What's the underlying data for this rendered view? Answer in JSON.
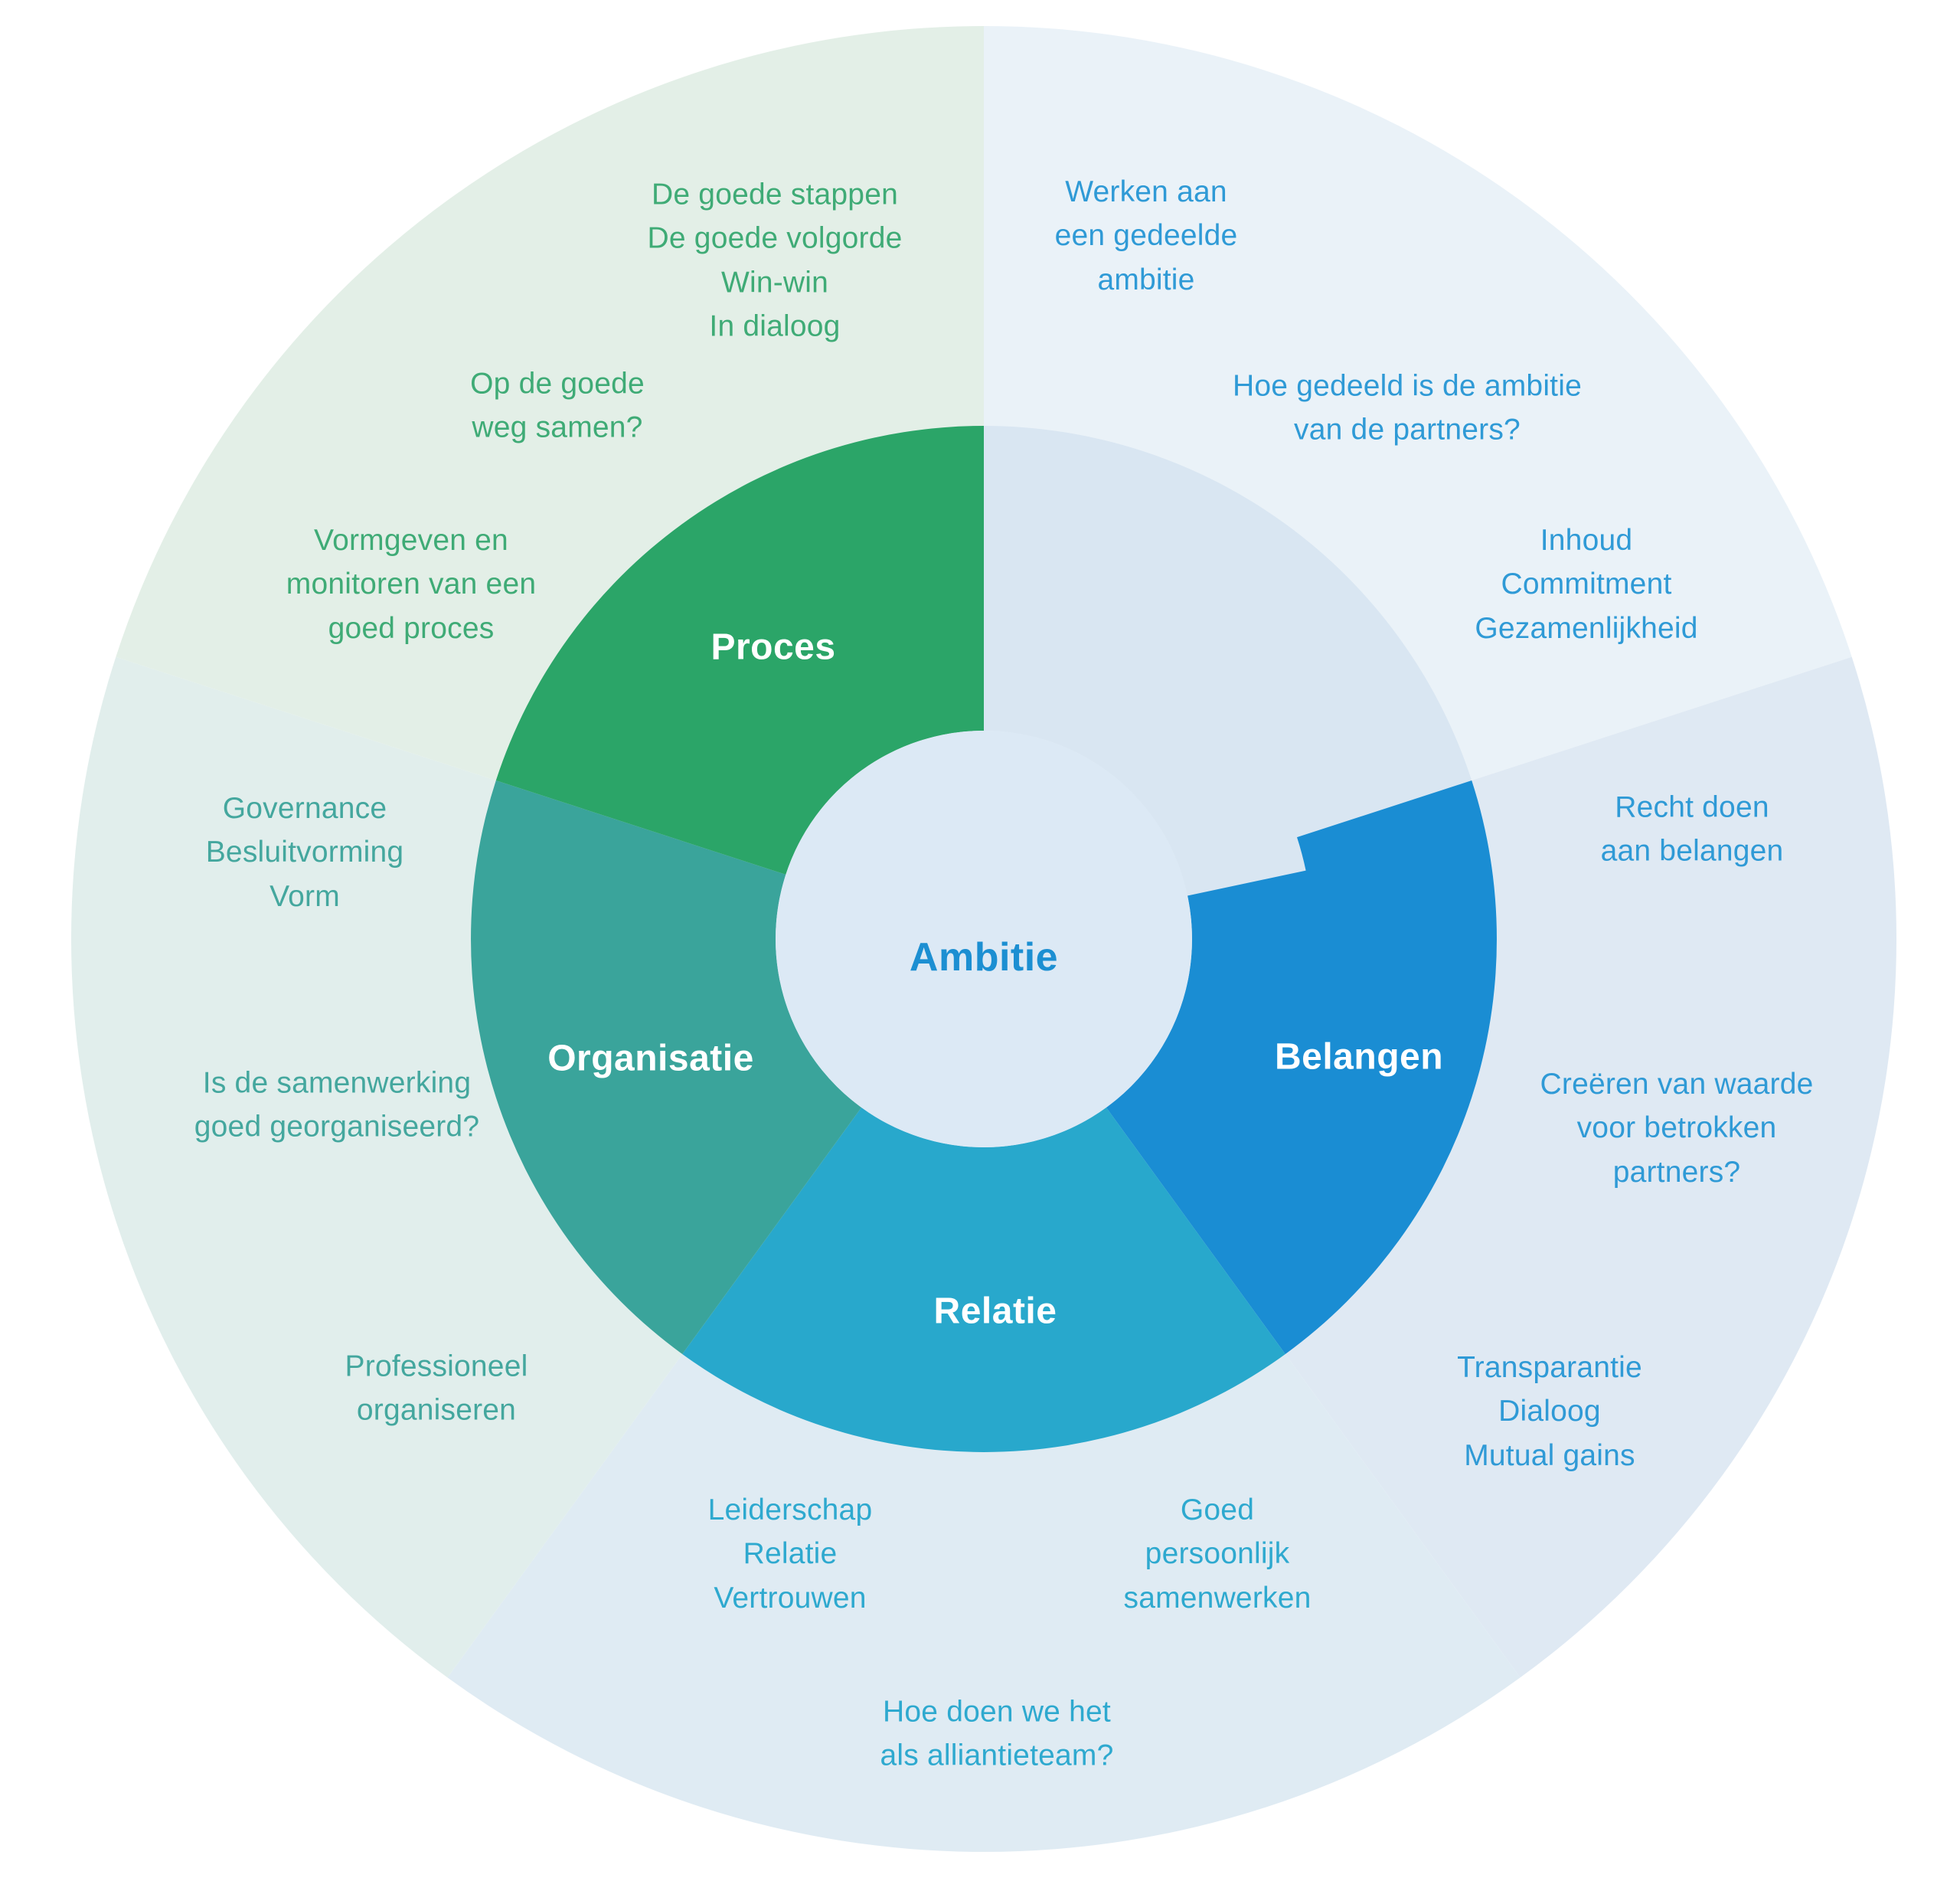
{
  "center": {
    "label": "Ambitie"
  },
  "ring": {
    "proces": {
      "label": "Proces"
    },
    "organisatie": {
      "label": "Organisatie"
    },
    "relatie": {
      "label": "Relatie"
    },
    "belangen": {
      "label": "Belangen"
    }
  },
  "notes": {
    "proces": {
      "keywords": "De goede stappen\nDe goede volgorde\nWin-win\nIn dialoog",
      "question": "Op de goede\nweg samen?",
      "description": "Vormgeven en\nmonitoren van een\ngoed proces"
    },
    "ambitie": {
      "description": "Werken aan\neen gedeelde\nambitie",
      "question": "Hoe gedeeld is de ambitie\nvan de partners?",
      "keywords": "Inhoud\nCommitment\nGezamenlijkheid"
    },
    "organisatie": {
      "keywords": "Governance\nBesluitvorming\nVorm",
      "question": "Is de samenwerking\ngoed georganiseerd?",
      "description": "Professioneel\norganiseren"
    },
    "belangen": {
      "description": "Recht doen\naan belangen",
      "question": "Creëren van waarde\nvoor betrokken\npartners?",
      "keywords": "Transparantie\nDialoog\nMutual gains"
    },
    "relatie": {
      "keywords": "Leiderschap\nRelatie\nVertrouwen",
      "description": "Goed\npersoonlijk\nsamenwerken",
      "question": "Hoe doen we het\nals alliantieteam?"
    }
  },
  "colors": {
    "ring_proces": "#2ba568",
    "ring_organisatie": "#3aa49b",
    "ring_relatie": "#28a8cc",
    "ring_belangen": "#1a8dd3",
    "ring_ambitie": "#d9e6f2",
    "center_fill": "#dce9f5",
    "sector_proces": "#e3efe7",
    "sector_ambitie": "#eaf2f8",
    "sector_belangen": "#dfe9f3",
    "sector_relatie": "#dfebf3",
    "sector_organisatie": "#e1eeec",
    "text_proces": "#3fab76",
    "text_organisatie": "#44a79e",
    "text_relatie": "#2ea9cf",
    "text_blue": "#2f9ad6",
    "ring_label_text": "#ffffff",
    "center_text": "#1c8fd2"
  }
}
